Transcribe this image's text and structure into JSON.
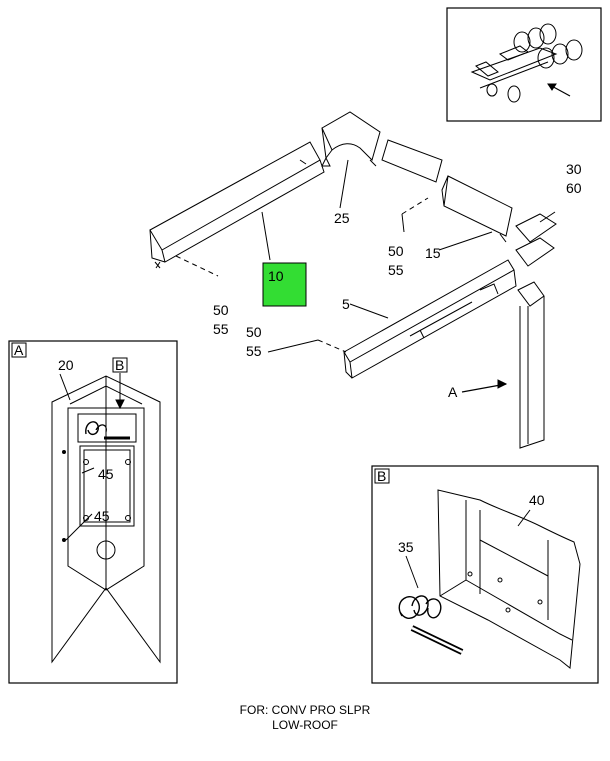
{
  "callouts": {
    "c5": "5",
    "c10": "10",
    "c15": "15",
    "c20": "20",
    "c25": "25",
    "c30": "30",
    "c35": "35",
    "c40": "40",
    "c45a": "45",
    "c45b": "45",
    "c50a": "50",
    "c55a": "55",
    "c50b": "50",
    "c55b": "55",
    "c50c": "50",
    "c55c": "55",
    "c60": "60"
  },
  "detail_tags": {
    "a_main": "A",
    "a_panel": "A",
    "b_panel": "B",
    "b_ref": "B"
  },
  "highlight_color": "#33dd33",
  "caption": {
    "line1": "FOR: CONV PRO SLPR",
    "line2": "LOW-ROOF"
  }
}
